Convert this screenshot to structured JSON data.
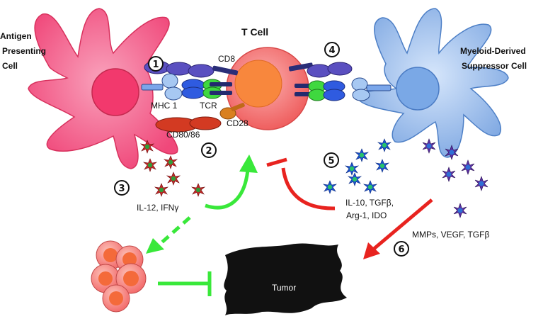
{
  "labels": {
    "apc": [
      "Antigen",
      "Presenting",
      "Cell"
    ],
    "tcell": "T Cell",
    "mdsc": [
      "Myeloid-Derived",
      "Suppressor Cell"
    ],
    "cd8": "CD8",
    "mhc1": "MHC 1",
    "tcr": "TCR",
    "cd28": "CD28",
    "cd80": "CD80/86",
    "il12": "IL-12, IFNγ",
    "suppressors": [
      "IL-10, TGFβ,",
      "Arg-1, IDO"
    ],
    "mmps": "MMPs, VEGF, TGFβ",
    "tumor": "Tumor"
  },
  "steps": [
    "1",
    "2",
    "3",
    "4",
    "5",
    "6"
  ],
  "colors": {
    "apc": "#f5628a",
    "tcell": "#f57d7d",
    "tcell_nucleus": "#f8873d",
    "mdsc": "#a9c7ee",
    "activate": "#39e83a",
    "inhibit": "#e8231f",
    "tumor": "#111111"
  }
}
